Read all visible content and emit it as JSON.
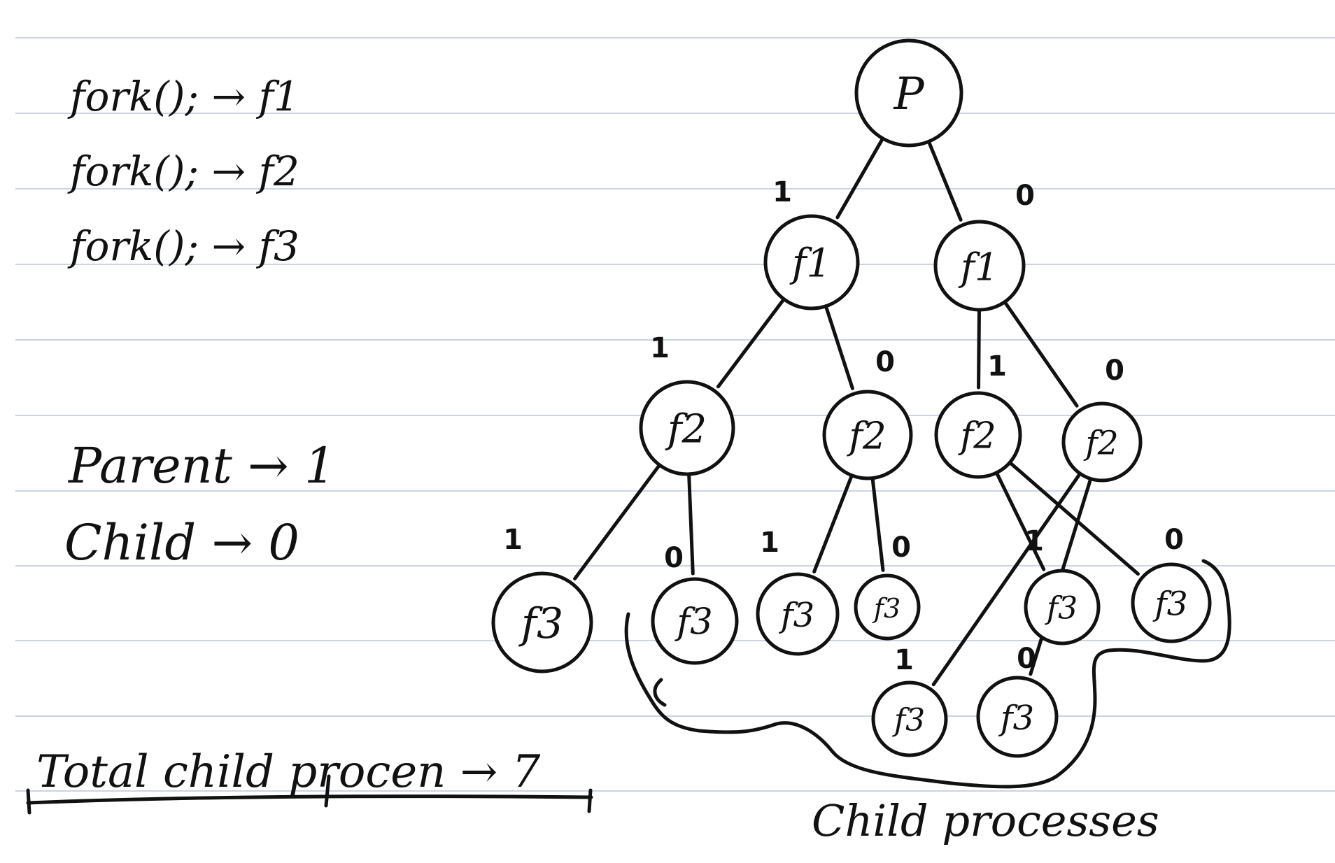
{
  "colors": {
    "ink": "#111111",
    "ruling": "#b9c6dc",
    "paper": "#ffffff"
  },
  "code_lines": [
    "fork(); → f1",
    "fork(); → f2",
    "fork(); → f3"
  ],
  "legend": {
    "parent": "Parent → 1",
    "child": "Child → 0"
  },
  "total": "Total child procen → 7",
  "bracket_caption": "Child processes",
  "tree": {
    "nodes": [
      {
        "id": "p",
        "label": "P"
      },
      {
        "id": "f1a",
        "label": "f1"
      },
      {
        "id": "f1b",
        "label": "f1"
      },
      {
        "id": "f2a",
        "label": "f2"
      },
      {
        "id": "f2b",
        "label": "f2"
      },
      {
        "id": "f2c",
        "label": "f2"
      },
      {
        "id": "f2d",
        "label": "f2"
      },
      {
        "id": "f3a",
        "label": "f3"
      },
      {
        "id": "f3b",
        "label": "f3"
      },
      {
        "id": "f3c",
        "label": "f3"
      },
      {
        "id": "f3d",
        "label": "f3"
      },
      {
        "id": "f3e",
        "label": "f3"
      },
      {
        "id": "f3f",
        "label": "f3"
      },
      {
        "id": "f3g",
        "label": "f3"
      },
      {
        "id": "f3h",
        "label": "f3"
      }
    ],
    "edges": [
      {
        "from": "p",
        "to": "f1a",
        "label": "1"
      },
      {
        "from": "p",
        "to": "f1b",
        "label": "0"
      },
      {
        "from": "f1a",
        "to": "f2a",
        "label": "1"
      },
      {
        "from": "f1a",
        "to": "f2b",
        "label": "0"
      },
      {
        "from": "f1b",
        "to": "f2c",
        "label": "1"
      },
      {
        "from": "f1b",
        "to": "f2d",
        "label": "0"
      },
      {
        "from": "f2a",
        "to": "f3a",
        "label": "1"
      },
      {
        "from": "f2a",
        "to": "f3b",
        "label": "0"
      },
      {
        "from": "f2b",
        "to": "f3c",
        "label": "1"
      },
      {
        "from": "f2b",
        "to": "f3d",
        "label": "0"
      },
      {
        "from": "f2c",
        "to": "f3e",
        "label": "1"
      },
      {
        "from": "f2c",
        "to": "f3f",
        "label": "0"
      },
      {
        "from": "f2d",
        "to": "f3g",
        "label": "1"
      },
      {
        "from": "f2d",
        "to": "f3h",
        "label": "0"
      }
    ]
  }
}
